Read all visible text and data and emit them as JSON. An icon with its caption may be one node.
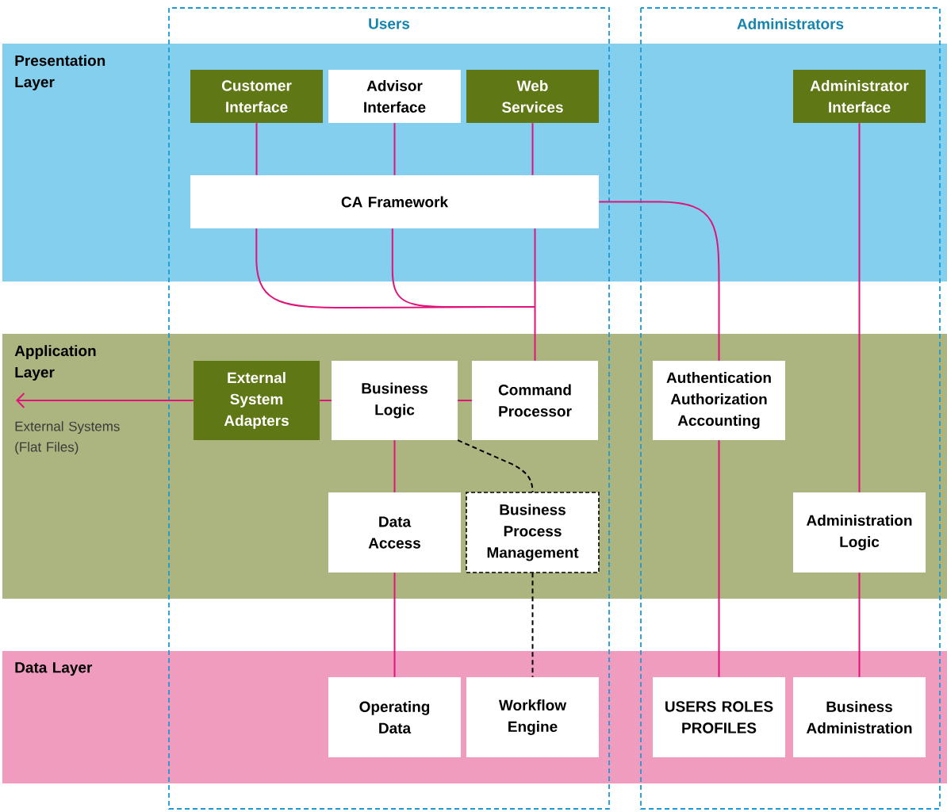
{
  "diagram": {
    "nodes": [
      {
        "text": [
          "Customer Interface"
        ]
      },
      {
        "text": [
          "Advisor Interface"
        ]
      },
      {
        "text": [
          "Web Services"
        ]
      },
      {
        "text": [
          "Administrator Interface"
        ]
      },
      {
        "text": [
          "CA Framework"
        ]
      },
      {
        "text": [
          "External System Adapters"
        ]
      },
      {
        "text": [
          "Business Logic"
        ]
      },
      {
        "text": [
          "Command Processor"
        ]
      },
      {
        "text": [
          "Authentication Authorization Accounting"
        ]
      },
      {
        "text": [
          "Data Access"
        ]
      },
      {
        "text": [
          "Business Process Management"
        ]
      },
      {
        "text": [
          "Administration Logic"
        ]
      },
      {
        "text": [
          "Operating Data"
        ]
      },
      {
        "text": [
          "Workflow Engine"
        ]
      },
      {
        "text": [
          "USERS ROLES PROFILES"
        ]
      },
      {
        "text": [
          "Business Administration"
        ]
      }
    ],
    "edges": [
      {
        "from": 0,
        "to": 4,
        "arrow": "none"
      },
      {
        "from": 1,
        "to": 4,
        "arrow": "none"
      },
      {
        "from": 2,
        "to": 4,
        "arrow": "none"
      },
      {
        "from": 4,
        "to": 7,
        "arrow": "none"
      },
      {
        "from": 4,
        "to": 8,
        "arrow": "none"
      },
      {
        "from": 3,
        "to": 11,
        "arrow": "none"
      },
      {
        "from": 5,
        "to": 6,
        "arrow": "none"
      },
      {
        "from": 6,
        "to": 7,
        "arrow": "none"
      },
      {
        "from": 5,
        "to": null,
        "arrow": "to"
      },
      {
        "from": 6,
        "to": 9,
        "arrow": "none"
      },
      {
        "from": 6,
        "to": 10,
        "arrow": "none",
        "style": "dashed",
        "color": "#000000"
      },
      {
        "from": 9,
        "to": 12,
        "arrow": "none"
      },
      {
        "from": 10,
        "to": 13,
        "arrow": "none",
        "style": "dashed",
        "color": "#000000"
      },
      {
        "from": 8,
        "to": 14,
        "arrow": "none"
      },
      {
        "from": 11,
        "to": 15,
        "arrow": "none"
      }
    ],
    "labels": [
      "Users",
      "Administrators",
      "Presentation Layer",
      "Application Layer",
      "External Systems (Flat Files)",
      "Data Layer"
    ]
  }
}
